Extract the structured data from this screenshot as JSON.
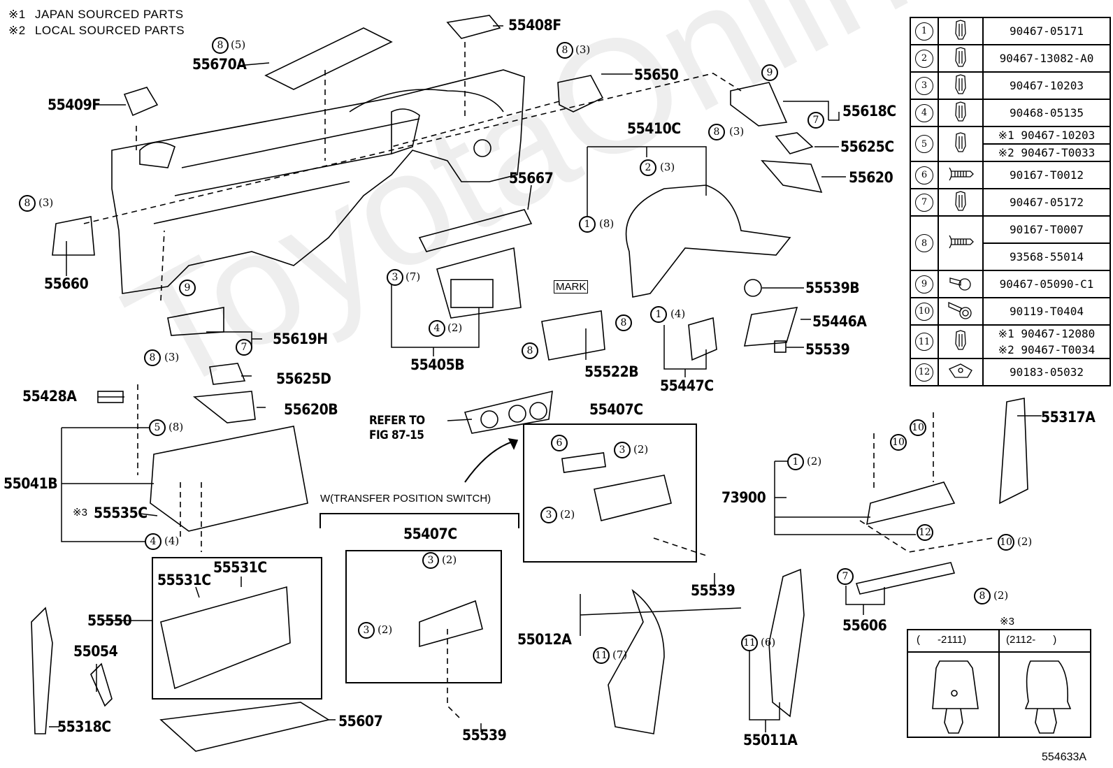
{
  "notes": {
    "note1_mark": "※1",
    "note1_text": "JAPAN SOURCED PARTS",
    "note2_mark": "※2",
    "note2_text": "LOCAL SOURCED PARTS"
  },
  "watermark": "ToyotaOnline",
  "figure_id": "554633A",
  "parts": {
    "p55670A": "55670A",
    "q55670A_circle": "8",
    "q55670A_qty": "(5)",
    "p55408F": "55408F",
    "p55409F": "55409F",
    "p55650": "55650",
    "q55650_circle": "8",
    "q55650_qty": "(3)",
    "p55618C": "55618C",
    "q55618C_c9": "9",
    "q55618C_c7": "7",
    "q55618C_c8": "8",
    "q55618C_qty": "(3)",
    "p55625C": "55625C",
    "p55620": "55620",
    "p55410C": "55410C",
    "q55410C_c2": "2",
    "q55410C_q2": "(3)",
    "q55410C_c1": "1",
    "q55410C_q1": "(8)",
    "p55667": "55667",
    "p55660": "55660",
    "q55660_circle": "8",
    "q55660_qty": "(3)",
    "p55405B": "55405B",
    "q55405B_c3": "3",
    "q55405B_q3": "(7)",
    "q55405B_c4": "4",
    "q55405B_q4": "(2)",
    "mark_label": "MARK",
    "p55522B": "55522B",
    "q55522B_c8a": "8",
    "q55522B_c8b": "8",
    "p55539B": "55539B",
    "p55446A": "55446A",
    "p55447C": "55447C",
    "q55447C_c1": "1",
    "q55447C_q1": "(4)",
    "p55539_a": "55539",
    "p55619H": "55619H",
    "q55619H_c9": "9",
    "q55619H_c7": "7",
    "q55619H_c8": "8",
    "q55619H_qty": "(3)",
    "p55625D": "55625D",
    "p55620B": "55620B",
    "p55428A": "55428A",
    "p55041B": "55041B",
    "q55041B_c5": "5",
    "q55041B_q5": "(8)",
    "q55041B_c4": "4",
    "q55041B_q4": "(4)",
    "p55535C_mark": "※3",
    "p55535C": "55535C",
    "refer_line1": "REFER TO",
    "refer_line2": "FIG 87-15",
    "p55407C_a": "55407C",
    "q55407C_a_c6": "6",
    "q55407C_a_c3a": "3",
    "q55407C_a_q3a": "(2)",
    "q55407C_a_c3b": "3",
    "q55407C_a_q3b": "(2)",
    "p55539_b": "55539",
    "transfer_label": "W(TRANSFER POSITION SWITCH)",
    "p55407C_b": "55407C",
    "q55407C_b_c3a": "3",
    "q55407C_b_q3a": "(2)",
    "q55407C_b_c3b": "3",
    "q55407C_b_q3b": "(2)",
    "p55539_c": "55539",
    "p55531C_a": "55531C",
    "p55531C_b": "55531C",
    "p55550": "55550",
    "p55054": "55054",
    "p55318C": "55318C",
    "p55607": "55607",
    "p55012A": "55012A",
    "q55012A_c11": "11",
    "q55012A_q11": "(7)",
    "p55011A": "55011A",
    "q55011A_c11": "11",
    "q55011A_q11": "(6)",
    "p73900": "73900",
    "q73900_c1": "1",
    "q73900_q1": "(2)",
    "q73900_c12": "12",
    "q73900_c10a": "10",
    "q73900_c10b": "10",
    "q73900_c10c": "10",
    "q73900_q10c": "(2)",
    "p55317A": "55317A",
    "p55606": "55606",
    "q55606_c7": "7",
    "q55606_c8": "8",
    "q55606_q8": "(2)"
  },
  "fastener_table": {
    "rows": [
      {
        "num": "1",
        "icon": "clip-icon",
        "parts": [
          "90467-05171"
        ]
      },
      {
        "num": "2",
        "icon": "clip-icon",
        "parts": [
          "90467-13082-A0"
        ]
      },
      {
        "num": "3",
        "icon": "clip-icon",
        "parts": [
          "90467-10203"
        ]
      },
      {
        "num": "4",
        "icon": "clip-icon",
        "parts": [
          "90468-05135"
        ]
      },
      {
        "num": "5",
        "icon": "clip-icon",
        "parts": [
          "※1 90467-10203",
          "※2 90467-T0033"
        ]
      },
      {
        "num": "6",
        "icon": "screw-icon",
        "parts": [
          "90167-T0012"
        ]
      },
      {
        "num": "7",
        "icon": "clip-icon",
        "parts": [
          "90467-05172"
        ]
      },
      {
        "num": "8",
        "icon": "screw-icon",
        "parts": [
          "90167-T0007",
          "93568-55014"
        ]
      },
      {
        "num": "9",
        "icon": "pin-icon",
        "parts": [
          "90467-05090-C1"
        ]
      },
      {
        "num": "10",
        "icon": "bolt-icon",
        "parts": [
          "90119-T0404"
        ]
      },
      {
        "num": "11",
        "icon": "clip-icon",
        "parts": [
          "※1 90467-12080",
          "※2 90467-T0034"
        ]
      },
      {
        "num": "12",
        "icon": "nut-icon",
        "parts": [
          "90183-05032"
        ]
      }
    ]
  },
  "variant_box": {
    "title": "※3",
    "col1": "(      -2111)",
    "col2": "(2112-      )"
  }
}
